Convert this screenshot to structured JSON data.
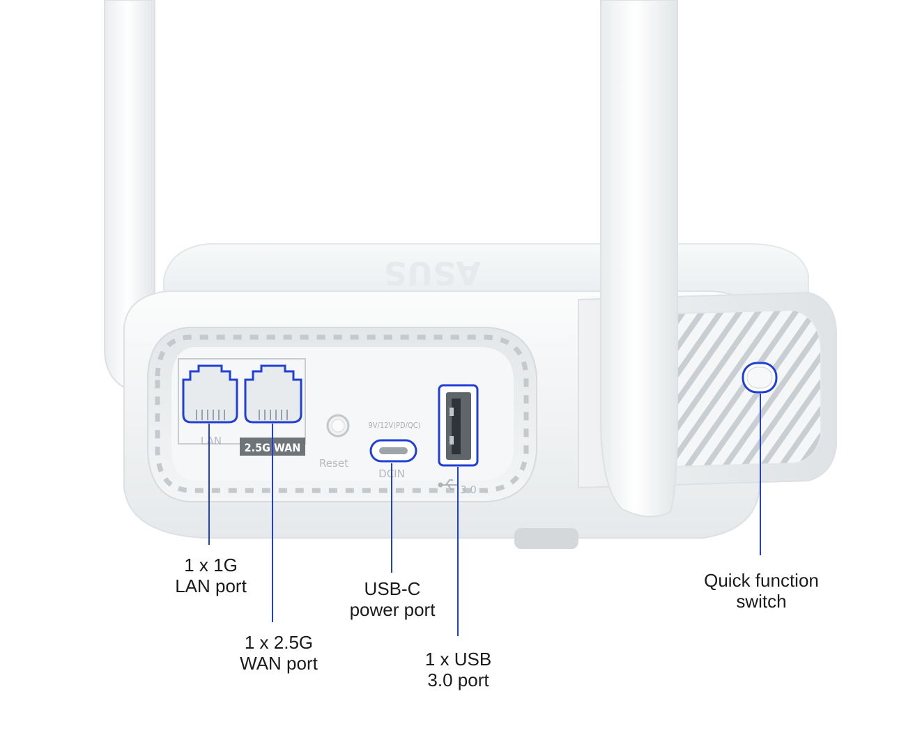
{
  "device_labels": {
    "lan": "LAN",
    "wan": "2.5G WAN",
    "reset": "Reset",
    "power_spec": "9V/12V(PD/QC)",
    "dcin": "DCIN",
    "usb": "3.0"
  },
  "callouts": {
    "lan": {
      "line1": "1 x 1G",
      "line2": "LAN port"
    },
    "wan": {
      "line1": "1 x 2.5G",
      "line2": "WAN port"
    },
    "usbc": {
      "line1": "USB-C",
      "line2": "power port"
    },
    "usb": {
      "line1": "1 x USB",
      "line2": "3.0 port"
    },
    "switch": {
      "line1": "Quick function",
      "line2": "switch"
    }
  },
  "colors": {
    "highlight": "#1f3fd6",
    "body": "#f2f4f5",
    "shadow": "#d9dde0"
  }
}
